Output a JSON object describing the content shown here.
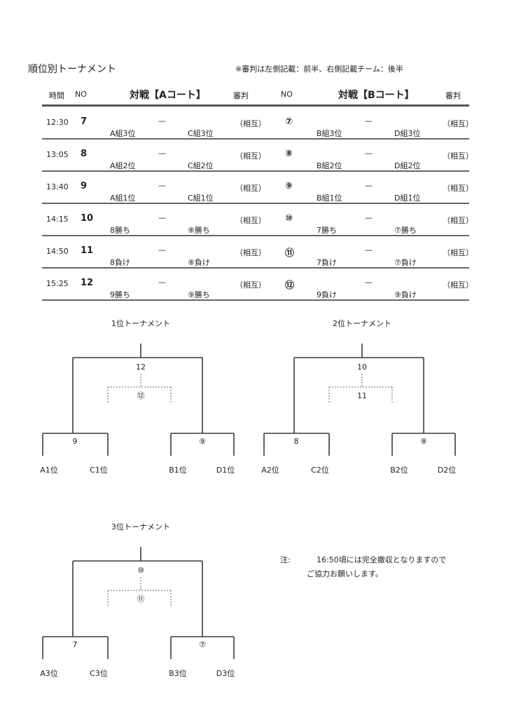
{
  "title": "順位別トーナメント",
  "note": "※審判は左側記載：前半、右側記載チーム：後半",
  "header": {
    "time": "時間",
    "no_a": "NO",
    "court_a": "対戦【Aコート】",
    "ref_a": "審判",
    "no_b": "NO",
    "court_b": "対戦【Bコート】",
    "ref_b": "審判"
  },
  "dash": "—",
  "rows": [
    {
      "time": "12:30",
      "no_a": "7",
      "a1": "A組3位",
      "a2": "C組3位",
      "ref_a": "（相互）",
      "no_b": "⑦",
      "b1": "B組3位",
      "b2": "D組3位",
      "ref_b": "（相互）"
    },
    {
      "time": "13:05",
      "no_a": "8",
      "a1": "A組2位",
      "a2": "C組2位",
      "ref_a": "（相互）",
      "no_b": "⑧",
      "b1": "B組2位",
      "b2": "D組2位",
      "ref_b": "（相互）"
    },
    {
      "time": "13:40",
      "no_a": "9",
      "a1": "A組1位",
      "a2": "C組1位",
      "ref_a": "（相互）",
      "no_b": "⑨",
      "b1": "B組1位",
      "b2": "D組1位",
      "ref_b": "（相互）"
    },
    {
      "time": "14:15",
      "no_a": "10",
      "a1": "8勝ち",
      "a2": "⑧勝ち",
      "ref_a": "（相互）",
      "no_b": "⑩",
      "b1": "7勝ち",
      "b2": "⑦勝ち",
      "ref_b": "（相互）"
    },
    {
      "time": "14:50",
      "no_a": "11",
      "a1": "8負け",
      "a2": "⑧負け",
      "ref_a": "（相互）",
      "no_b": "⑪",
      "b1": "7負け",
      "b2": "⑦負け",
      "ref_b": "（相互）"
    },
    {
      "time": "15:25",
      "no_a": "12",
      "a1": "9勝ち",
      "a2": "⑨勝ち",
      "ref_a": "（相互）",
      "no_b": "⑫",
      "b1": "9負け",
      "b2": "⑨負け",
      "ref_b": "（相互）"
    }
  ],
  "brackets": [
    {
      "title": "1位トーナメント",
      "final": "12",
      "third": "⑫",
      "left": "9",
      "right": "⑨",
      "teams": [
        "A1位",
        "C1位",
        "B1位",
        "D1位"
      ]
    },
    {
      "title": "2位トーナメント",
      "final": "10",
      "third": "11",
      "left": "8",
      "right": "⑧",
      "teams": [
        "A2位",
        "C2位",
        "B2位",
        "D2位"
      ]
    },
    {
      "title": "3位トーナメント",
      "final": "⑩",
      "third": "⑪",
      "left": "7",
      "right": "⑦",
      "teams": [
        "A3位",
        "C3位",
        "B3位",
        "D3位"
      ]
    }
  ],
  "footnote": {
    "label": "注:",
    "line1": "16:50頃には完全撤収となりますので",
    "line2": "ご協力お願いします。"
  }
}
